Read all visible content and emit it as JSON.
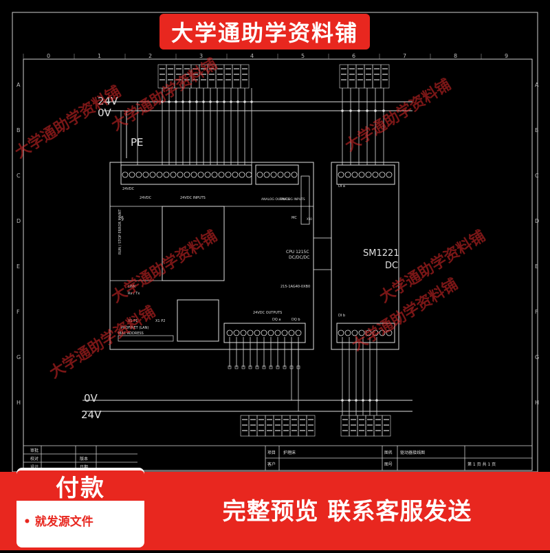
{
  "banner_top": "大学通助学资料铺",
  "watermark": "大学通助学资料铺",
  "bottom": {
    "pay_title": "付款",
    "pay_sub": "• 就发源文件",
    "slogan": "完整预览  联系客服发送"
  },
  "drawing": {
    "rail_top_24v": "24V",
    "rail_top_0v": "0V",
    "rail_bot_0v": "0V",
    "rail_bot_24v": "24V",
    "pe_label": "PE",
    "cpu_model": "CPU 1215C",
    "cpu_type": "DC/DC/DC",
    "cpu_partno": "215-1AG40-0XB0",
    "inputs_label": "24VDC INPUTS",
    "outputs_label": "24VDC OUTPUTS",
    "analog_out": "ANALOG OUTPUTS",
    "analog_in": "ANALOG INPUTS",
    "run_stop": "RUN / STOP  ERROR  MAINT",
    "link": "LINK",
    "rx_tx": "Rx / Tx",
    "profinet": "PROFINET (LAN)",
    "mac": "MAC ADDRESS",
    "x1p1": "X1 P1",
    "x1p2": "X1 P2",
    "sm_model": "SM1221",
    "sm_type": "DC",
    "mc": "MC",
    "x50": "X50",
    "dia": "DI a",
    "dib": "DI b",
    "dqa": "DQ a",
    "dqb": "DQ b",
    "dc24_1": "24VDC",
    "dc24_2": "24VDC",
    "col_nums": [
      "0",
      "1",
      "2",
      "3",
      "4",
      "5",
      "6",
      "7",
      "8",
      "9"
    ],
    "row_letters": [
      "A",
      "B",
      "C",
      "D",
      "E",
      "F",
      "G",
      "H"
    ]
  },
  "title_block": {
    "review": "审批",
    "check": "校对",
    "design": "设计",
    "version": "版本",
    "date": "日期",
    "project_label": "项目",
    "project_value": "护理床",
    "customer_label": "客户",
    "drawing_label": "图名",
    "drawing_value": "驱动器接线图",
    "number_label": "图号",
    "page_text": "第  1  页 共  1  页"
  },
  "colors": {
    "line": "#d8d8d8",
    "brand_red": "#e8271f"
  }
}
